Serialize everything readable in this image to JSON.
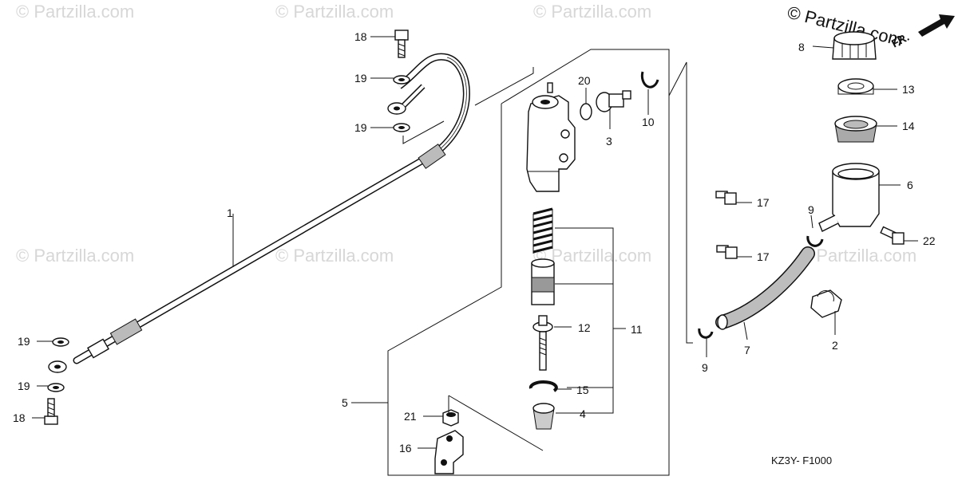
{
  "watermark": {
    "text": "© Partzilla.com",
    "corner": "© Partzilla.com"
  },
  "arrow_label": "FR.",
  "diagram_code": "KZ3Y- F1000",
  "labels": {
    "l1": "1",
    "l2": "2",
    "l3": "3",
    "l4": "4",
    "l5": "5",
    "l6": "6",
    "l7": "7",
    "l8": "8",
    "l9a": "9",
    "l9b": "9",
    "l10": "10",
    "l11": "11",
    "l12": "12",
    "l13": "13",
    "l14": "14",
    "l15": "15",
    "l16": "16",
    "l17a": "17",
    "l17b": "17",
    "l18a": "18",
    "l18b": "18",
    "l19a": "19",
    "l19b": "19",
    "l19c": "19",
    "l19d": "19",
    "l20": "20",
    "l21": "21",
    "l22": "22"
  }
}
